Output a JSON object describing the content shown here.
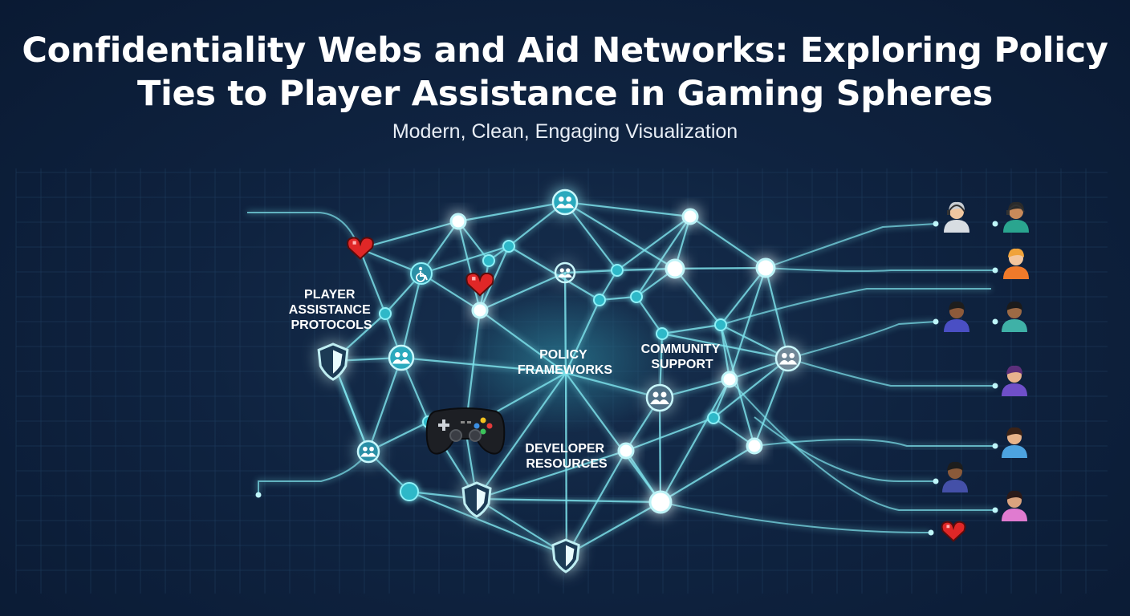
{
  "header": {
    "title_line1": "Confidentiality Webs and Aid Networks: Exploring Policy",
    "title_line2": "Ties to Player Assistance in Gaming Spheres",
    "subtitle": "Modern, Clean, Engaging Visualization"
  },
  "labels": {
    "player_assistance": [
      "PLAYER",
      "ASSISTANCE",
      "PROTOCOLS"
    ],
    "policy_frameworks": [
      "POLICY",
      "FRAMEWORKS"
    ],
    "community_support": [
      "COMMUNITY",
      "SUPPORT"
    ],
    "developer_resources": [
      "DEVELOPER",
      "RESOURCES"
    ]
  },
  "colors": {
    "background": "#0f2340",
    "grid": "#1f3d5e",
    "link": "#7ee3ec",
    "node_cyan": "#2fb8c8",
    "node_white": "#ffffff",
    "heart": "#e02727",
    "shield": "#bfeef2"
  },
  "icons": [
    "heart-icon",
    "shield-icon",
    "people-icon",
    "accessibility-icon",
    "gamepad-icon",
    "person-avatar-icon"
  ]
}
